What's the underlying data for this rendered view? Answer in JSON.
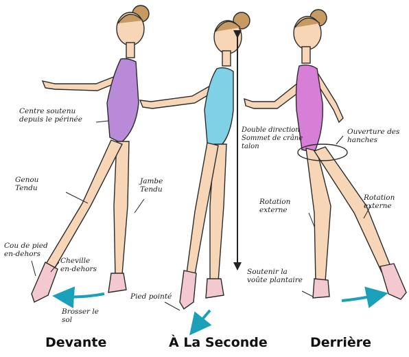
{
  "colors": {
    "skin": "#f6d6b6",
    "outline": "#2a2a2a",
    "hair": "#c79a64",
    "leotard_left": "#b98ad8",
    "leotard_middle": "#7fd1e6",
    "leotard_right": "#d77fd6",
    "shoe": "#f3c9cf",
    "arrow": "#1aa0b8"
  },
  "captions": {
    "left": "Devante",
    "middle": "À La Seconde",
    "right": "Derrière"
  },
  "annotations": {
    "centre_soutenu": "Centre soutenu\ndepuis le périnée",
    "genou_tendu": "Genou\nTendu",
    "jambe_tendu": "Jambe\nTendu",
    "cou_de_pied": "Cou de pied\nen-dehors",
    "cheville": "Cheville\nen-dehors",
    "brosser": "Brosser le\nsol",
    "double_direction": "Double direction\nSommet de crâne\ntalon",
    "pied_pointe": "Pied pointé",
    "ouverture": "Ouverture des\nhanches",
    "rotation_externe_left": "Rotation\nexterne",
    "rotation_externe_right": "Rotation\nexterne",
    "soutenir": "Soutenir la\nvoûte plantaire"
  }
}
